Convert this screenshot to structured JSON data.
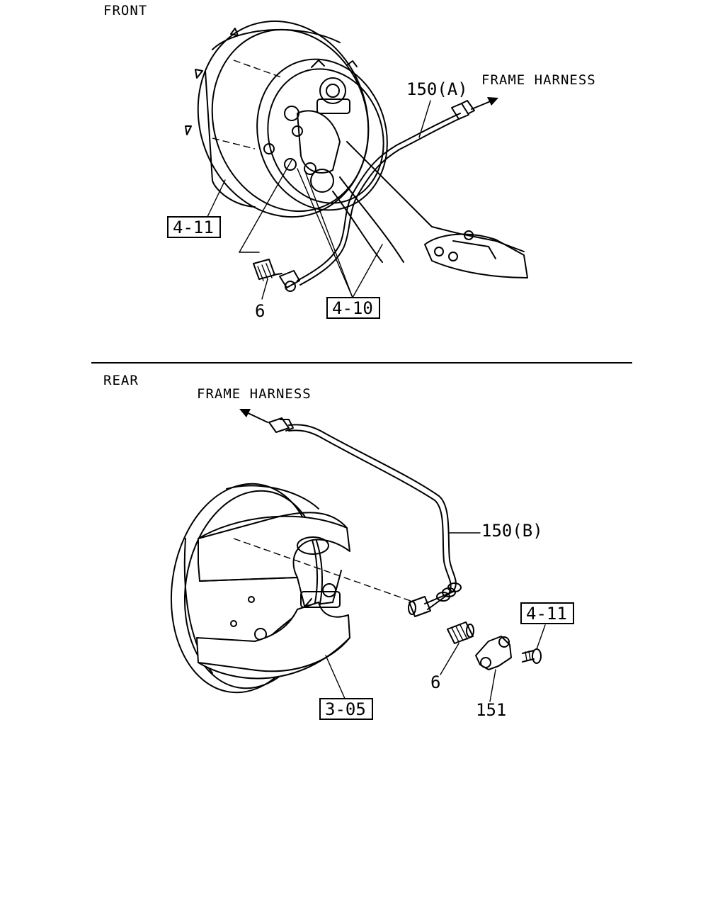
{
  "front": {
    "section_label": "FRONT",
    "frame_harness_label": "FRAME HARNESS",
    "harness_part": "150(A)",
    "ref_box_upper": "4-11",
    "ref_box_lower": "4-10",
    "sensor_part": "6"
  },
  "rear": {
    "section_label": "REAR",
    "frame_harness_label": "FRAME HARNESS",
    "harness_part": "150(B)",
    "ref_box_bolt": "4-11",
    "ref_box_brake": "3-05",
    "sensor_part": "6",
    "bracket_part": "151"
  }
}
